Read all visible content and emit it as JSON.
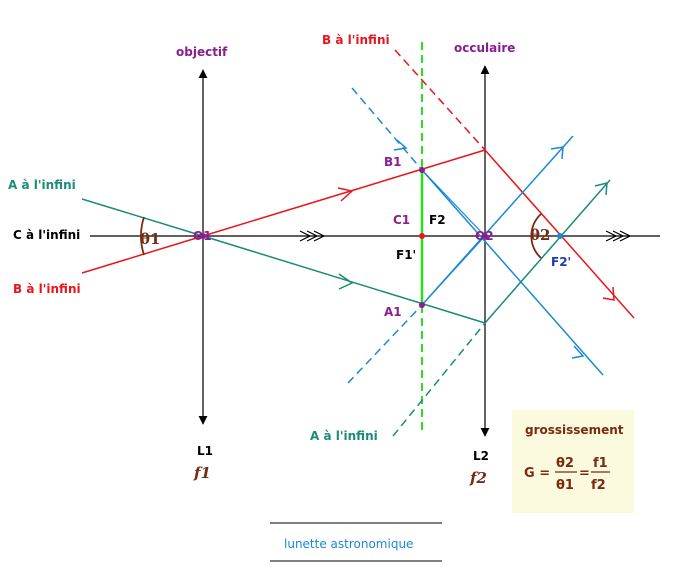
{
  "labels": {
    "objectif": "objectif",
    "oculaire": "occulaire",
    "a_infini_left": "A à l'infini",
    "c_infini": "C à l'infini",
    "b_infini_left": "B à l'infini",
    "b_infini_top": "B à l'infini",
    "a_infini_bottom": "A à l'infini",
    "o1": "O1",
    "o2": "O2",
    "c1": "C1",
    "f2": "F2",
    "f1p": "F1'",
    "f2p": "F2'",
    "b1": "B1",
    "a1": "A1",
    "l1": "L1",
    "l2": "L2",
    "theta1": "θ1",
    "theta2": "θ2",
    "focal1": "f1",
    "focal2": "f2"
  },
  "formula": {
    "title": "grossissement",
    "g": "G =",
    "num1": "θ2",
    "den1": "θ1",
    "eq": "=",
    "num2": "f1",
    "den2": "f2"
  },
  "caption": "lunette astronomique",
  "colors": {
    "red": "#e8161c",
    "teal": "#1a8c78",
    "blue": "#1a88d8",
    "green": "#27e01e",
    "purple": "#8a1e8f",
    "brown": "#7a2a10",
    "formula_bg": "#fcfade"
  }
}
